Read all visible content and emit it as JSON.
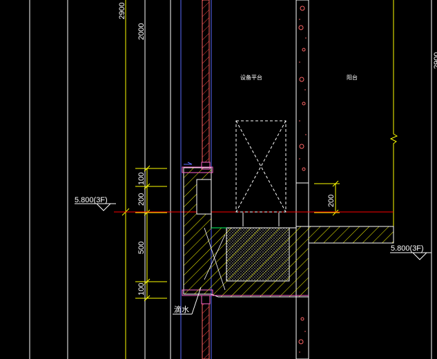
{
  "drawing": {
    "dims_left": {
      "overall_2900": "2900",
      "upper_2000": "2000",
      "d100_top": "100",
      "d200": "200",
      "d500": "500",
      "d100_bottom": "100"
    },
    "dims_right": {
      "overall_2900": "2900",
      "d200": "200"
    },
    "levels": {
      "left_label": "5.800(3F)",
      "right_label": "5.800(3F)"
    },
    "rooms": {
      "equipment_platform": "设备平台",
      "balcony": "阳台"
    },
    "callouts": {
      "drip": "滴水"
    }
  },
  "colors": {
    "background": "#000000",
    "white": "#ffffff",
    "yellow": "#ffff00",
    "red": "#ff0000",
    "blue": "#5a6cff",
    "magenta": "#ff66cc",
    "green": "#00ff66"
  }
}
